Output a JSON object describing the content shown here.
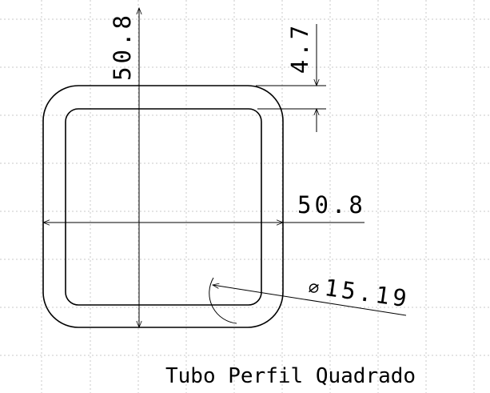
{
  "drawing": {
    "title": "Tubo Perfil Quadrado",
    "dimensions": {
      "height": "50.8",
      "wall_thickness": "4.7",
      "width": "50.8",
      "corner_diameter": "15.19",
      "corner_diameter_symbol": "⌀"
    },
    "colors": {
      "background": "#ffffff",
      "grid": "#c8c8c8",
      "lines": "#000000"
    }
  }
}
